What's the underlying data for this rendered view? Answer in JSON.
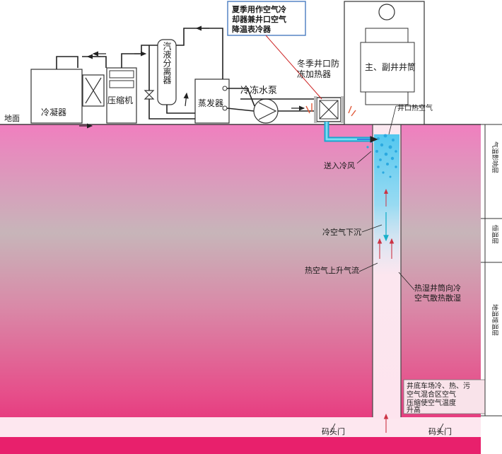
{
  "labels": {
    "ground": "地面",
    "condenser": "冷凝器",
    "compressor": "压缩机",
    "separator": "汽液分离器",
    "evaporator": "蒸发器",
    "pump": "冷冻水泵",
    "cooler_note": "夏季用作空气冷却器兼井口空气降温表冷器",
    "heater": "冬季井口防冻加热器",
    "shaft": "主、副井井筒",
    "wellhead_air": "井口热空气",
    "supply_air": "送入冷风",
    "cold_sink": "冷空气下沉",
    "hot_rise": "热空气上升气流",
    "wall_exchange": "热湿井筒向冷空气散热散湿",
    "bottom_zone": "井底车场冷、热、污空气混合区空气压缩使空气温度升高",
    "dock_left": "码头门",
    "dock_right": "码头门",
    "zone_top": "气温影响层",
    "zone_mid": "恒温层",
    "zone_bottom": "地温增温层"
  },
  "colors": {
    "pipe": "#222222",
    "cold_air": "#33b6e8",
    "shaft_light": "#fbe8f0",
    "pointer": "#cc2222"
  }
}
